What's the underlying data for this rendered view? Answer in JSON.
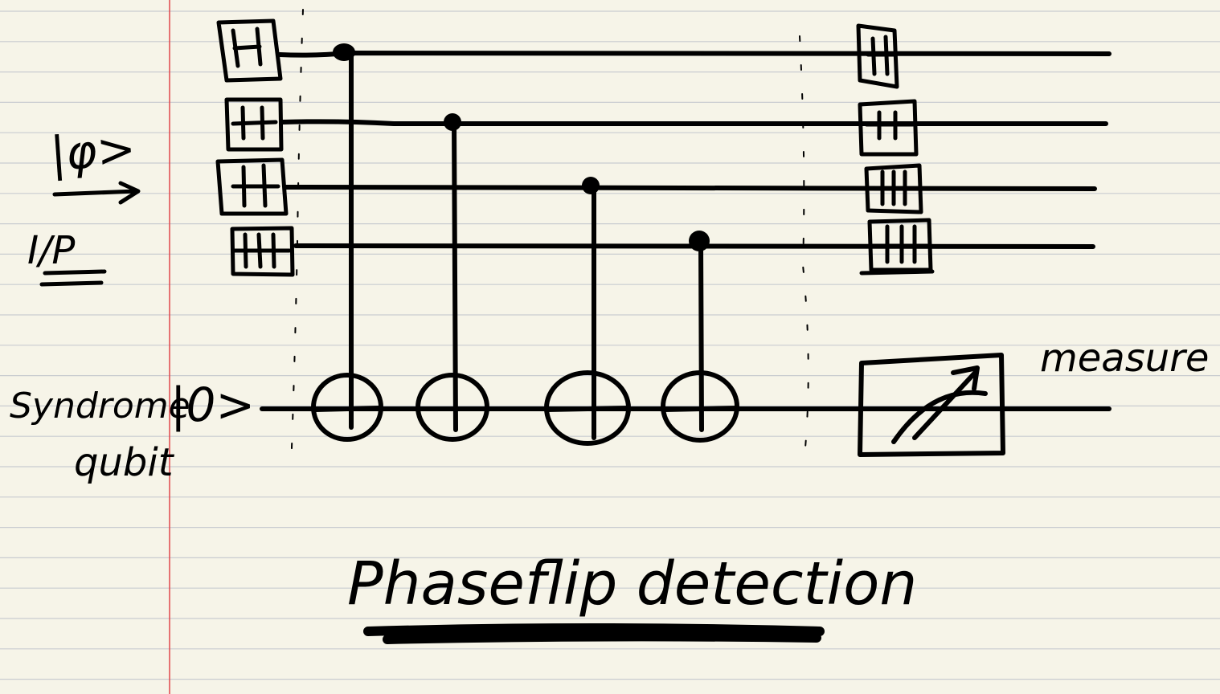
{
  "input_state_label": "|φ>",
  "input_label": "I/P",
  "syndrome_label_line1": "Syndrome",
  "syndrome_label_line2": "qubit",
  "syndrome_ket": "|0>",
  "gate_label": "H",
  "hadamard_gate_count_left": 4,
  "hadamard_gate_count_right": 4,
  "measure_label": "measure",
  "caption": "Phaseflip detection",
  "colors": {
    "paper": "#f6f4e8",
    "rule_line": "#c9ccd0",
    "margin_line": "#e0464a",
    "ink": "#000000"
  }
}
